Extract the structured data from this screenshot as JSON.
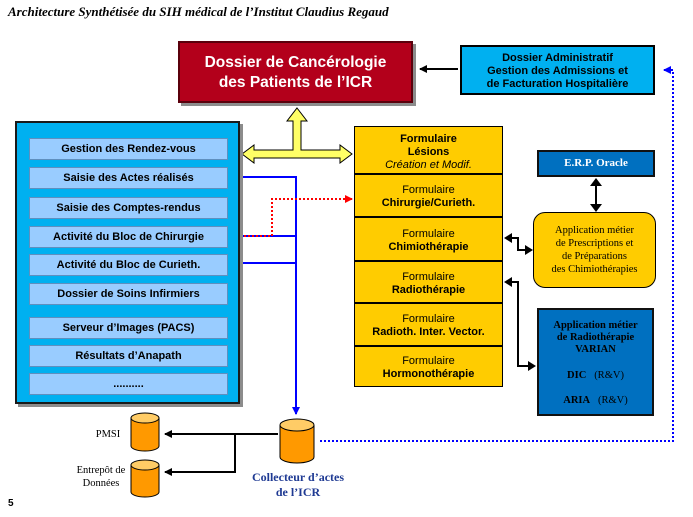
{
  "title": "Architecture Synthétisée du SIH médical de l’Institut Claudius Regaud",
  "page_number": "5",
  "dossier_cancer": {
    "line1": "Dossier de Cancérologie",
    "line2": "des Patients de l’ICR"
  },
  "dossier_admin": {
    "line1": "Dossier Administratif",
    "line2": "Gestion des Admissions et",
    "line3": "de Facturation Hospitalière"
  },
  "left_panel": {
    "items": [
      "Gestion des Rendez-vous",
      "Saisie des Actes réalisés",
      "Saisie des Comptes-rendus",
      "Activité du Bloc de Chirurgie",
      "Activité du Bloc de Curieth.",
      "Dossier de Soins Infirmiers",
      "Serveur d’Images (PACS)",
      "Résultats d’Anapath",
      ".........."
    ]
  },
  "forms": {
    "lesions": {
      "line1": "Formulaire",
      "line2": "Lésions",
      "line3": "Création et Modif."
    },
    "chirurgie": {
      "line1": "Formulaire",
      "line2": "Chirurgie/Curieth."
    },
    "chimio": {
      "line1": "Formulaire",
      "line2": "Chimiothérapie"
    },
    "radio": {
      "line1": "Formulaire",
      "line2": "Radiothérapie"
    },
    "radioth_inter": {
      "line1": "Formulaire",
      "line2": "Radioth. Inter. Vector."
    },
    "hormono": {
      "line1": "Formulaire",
      "line2": "Hormonothérapie"
    }
  },
  "erp": "E.R.P.  Oracle",
  "app_chimio": {
    "line1": "Application métier",
    "line2": "de Prescriptions et",
    "line3": "de Préparations",
    "line4": "des Chimiothérapies"
  },
  "app_varian": {
    "line1": "Application métier",
    "line2": "de Radiothérapie",
    "line3": "VARIAN",
    "dic": "DIC",
    "dic_note": "(R&V)",
    "aria": "ARIA",
    "aria_note": "(R&V)"
  },
  "pmsi": "PMSI",
  "entrepot": {
    "line1": "Entrepôt de",
    "line2": "Données"
  },
  "collector": {
    "line1": "Collecteur d’actes",
    "line2": "de l’ICR"
  },
  "colors": {
    "red_box": "#b3001b",
    "cyan": "#00b0f0",
    "item_blue": "#99ccff",
    "yellow": "#ffcc00",
    "dark_blue": "#0070c0",
    "orange_cyl": "#ff9900",
    "arrow_blue": "#0000ff",
    "arrow_red": "#ff0000"
  }
}
